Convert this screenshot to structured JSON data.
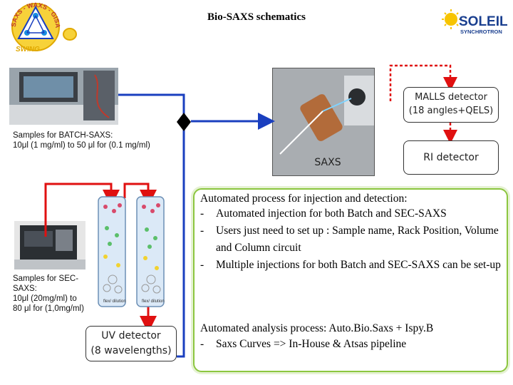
{
  "title": "Bio-SAXS schematics",
  "logos": {
    "left_arc_text": "SAXS - WAXS - GISA",
    "left_banner": "SWING",
    "right_brand": "SOLEIL",
    "right_sub": "SYNCHROTRON"
  },
  "captions": {
    "batch": [
      "Samples for BATCH-SAXS:",
      "10μl (1 mg/ml) to 50 μl for (0.1 mg/ml)"
    ],
    "sec": [
      "Samples for SEC-",
      "SAXS:",
      "10μl (20mg/ml) to",
      "80 μl for (1,0mg/ml)"
    ],
    "column_label": "flex/ dilution"
  },
  "detectors": {
    "malls": [
      "MALLS detector",
      "(18 angles+QELS)"
    ],
    "ri": "RI detector",
    "saxs": "SAXS",
    "uv": [
      "UV detector",
      "(8 wavelengths)"
    ]
  },
  "info": {
    "header1": "Automated process for injection and detection:",
    "bullets": [
      "Automated injection for both Batch and SEC-SAXS",
      "Users just need to set up : Sample name, Rack Position, Volume and Column circuit",
      "Multiple injections for both Batch and SEC-SAXS can be set-up"
    ],
    "dash": "-",
    "header2": "Automated analysis process: Auto.Bio.Saxs + Ispy.B",
    "bullet2": "Saxs Curves => In-House & Atsas pipeline"
  },
  "colors": {
    "blue_line": "#1a3fbf",
    "red_line": "#e01010",
    "dashed_red": "#e01010",
    "info_border": "#8cc63f"
  },
  "icons": {
    "valve": "diamond-valve-icon",
    "column": "chromatography-column-icon"
  }
}
